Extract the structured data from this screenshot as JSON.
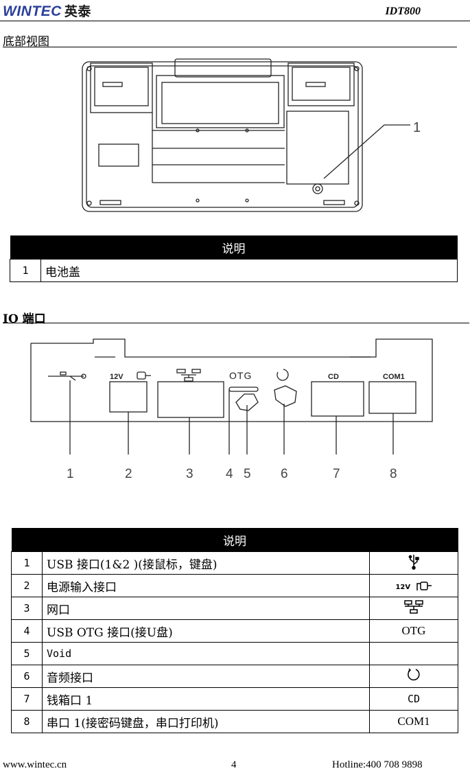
{
  "header": {
    "logo_text": "WINTEC",
    "logo_cn": "英泰",
    "model": "IDT800"
  },
  "section1": {
    "title": "底部视图",
    "callout": "1",
    "table": {
      "heading": "说明",
      "rows": [
        {
          "num": "1",
          "desc": "电池盖"
        }
      ]
    }
  },
  "section2": {
    "title": "IO 端口",
    "panel_labels": {
      "v12": "12V",
      "otg": "OTG",
      "cd": "CD",
      "com1": "COM1"
    },
    "callouts": [
      "1",
      "2",
      "3",
      "4",
      "5",
      "6",
      "7",
      "8"
    ],
    "table": {
      "heading": "说明",
      "rows": [
        {
          "num": "1",
          "desc": "USB 接口(1&2 )(接鼠标，键盘)",
          "icon": "usb-icon",
          "icon_text": ""
        },
        {
          "num": "2",
          "desc": "电源输入接口",
          "icon": "power-plug-icon",
          "icon_text": "12V"
        },
        {
          "num": "3",
          "desc": "网口",
          "icon": "network-icon",
          "icon_text": ""
        },
        {
          "num": "4",
          "desc": "USB OTG 接口(接U盘)",
          "icon": "",
          "icon_text": "OTG"
        },
        {
          "num": "5",
          "desc": "Void",
          "icon": "",
          "icon_text": ""
        },
        {
          "num": "6",
          "desc": "音频接口",
          "icon": "audio-icon",
          "icon_text": ""
        },
        {
          "num": "7",
          "desc": "钱箱口 1",
          "icon": "",
          "icon_text": "CD"
        },
        {
          "num": "8",
          "desc": "串口 1(接密码键盘，串口打印机)",
          "icon": "",
          "icon_text": "COM1"
        }
      ]
    }
  },
  "footer": {
    "website": "www.wintec.cn",
    "page": "4",
    "hotline": "Hotline:400 708 9898"
  }
}
